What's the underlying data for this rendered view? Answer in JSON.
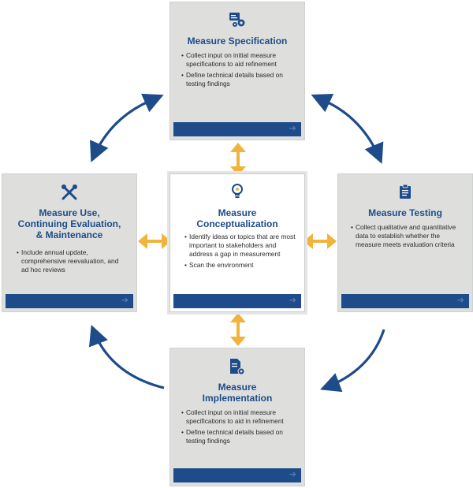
{
  "specification": {
    "title": "Measure Specification",
    "bullets": [
      "Collect input on initial measure specifications to aid refinement",
      "Define technical details based on testing findings"
    ],
    "icon": "gear-document-icon"
  },
  "testing": {
    "title": "Measure Testing",
    "bullets": [
      "Collect qualitative and quantitative data to establish whether the measure meets evaluation criteria"
    ],
    "icon": "clipboard-icon"
  },
  "implementation": {
    "title_line1": "Measure",
    "title_line2": "Implementation",
    "bullets": [
      "Collect input on initial measure specifications to aid in refinement",
      "Define technical details based on testing findings"
    ],
    "icon": "document-gear-icon"
  },
  "use": {
    "title_line1": "Measure Use,",
    "title_line2": "Continuing Evaluation,",
    "title_line3": "& Maintenance",
    "bullets": [
      "Include annual update, comprehensive reevaluation, and ad hoc reviews"
    ],
    "icon": "tools-icon"
  },
  "conceptualization": {
    "title_line1": "Measure",
    "title_line2": "Conceptualization",
    "bullets": [
      "Identify ideas or topics that are most important to stakeholders and address a gap in measurement",
      "Scan the environment"
    ],
    "icon": "lightbulb-icon"
  },
  "colors": {
    "card_bg": "#dedfdd",
    "brand_blue": "#1e4b8a",
    "arrow_yellow": "#f2b33d",
    "text_dark": "#2b2b2b"
  }
}
